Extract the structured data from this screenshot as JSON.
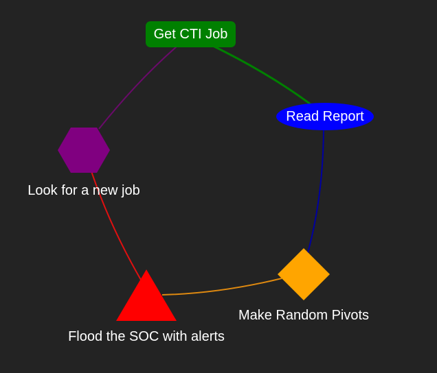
{
  "diagram": {
    "nodes": [
      {
        "id": "get-cti-job",
        "label": "Get CTI Job",
        "shape": "round-rectangle",
        "color": "#008000",
        "label_position": "inside"
      },
      {
        "id": "read-report",
        "label": "Read Report",
        "shape": "ellipse",
        "color": "#0000ff",
        "label_position": "inside"
      },
      {
        "id": "make-random-pivots",
        "label": "Make Random Pivots",
        "shape": "diamond",
        "color": "#ffa500",
        "label_position": "below"
      },
      {
        "id": "flood-the-soc",
        "label": "Flood the SOC with alerts",
        "shape": "triangle",
        "color": "#ff0000",
        "label_position": "below"
      },
      {
        "id": "look-for-new-job",
        "label": "Look for a new job",
        "shape": "hexagon",
        "color": "#800080",
        "label_position": "below"
      }
    ],
    "edges": [
      {
        "from": "get-cti-job",
        "to": "read-report",
        "color": "#008000"
      },
      {
        "from": "read-report",
        "to": "make-random-pivots",
        "color": "#0000a0"
      },
      {
        "from": "make-random-pivots",
        "to": "flood-the-soc",
        "color": "#e08a10"
      },
      {
        "from": "flood-the-soc",
        "to": "look-for-new-job",
        "color": "#e01010"
      },
      {
        "from": "look-for-new-job",
        "to": "get-cti-job",
        "color": "#6a0a6a"
      }
    ]
  }
}
